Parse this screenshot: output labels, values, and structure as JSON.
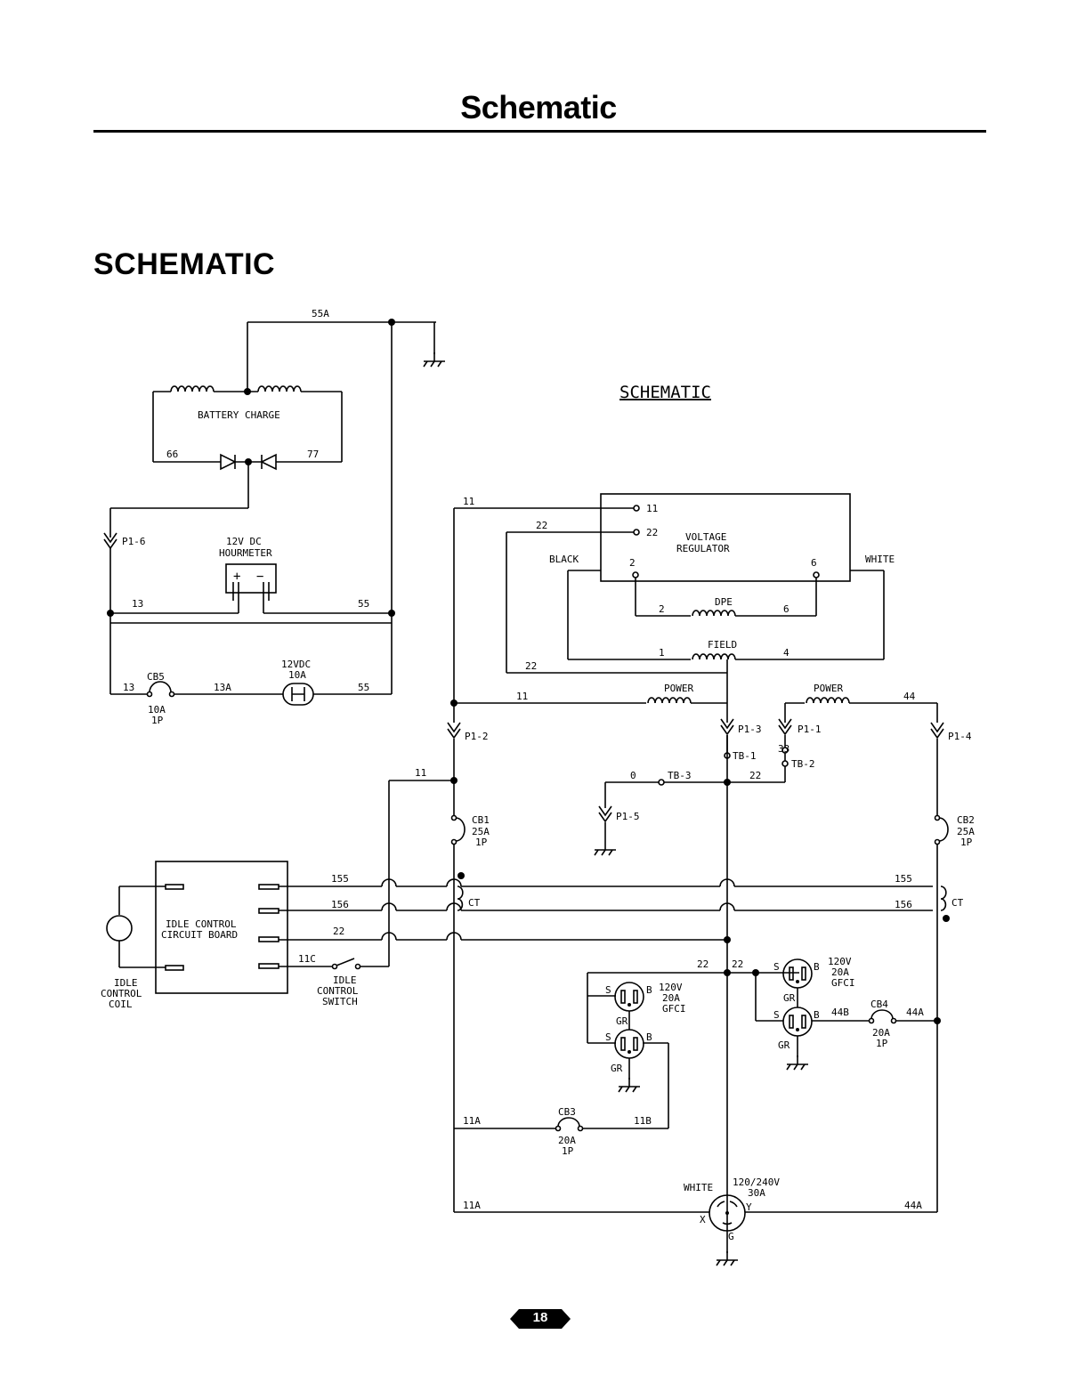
{
  "header": {
    "title": "Schematic"
  },
  "section": {
    "title": "SCHEMATIC"
  },
  "diagram": {
    "heading": "SCHEMATIC",
    "battery_charge": "BATTERY CHARGE",
    "hourmeter": [
      "12V DC",
      "HOURMETER"
    ],
    "fuse": [
      "12VDC",
      "10A"
    ],
    "cb5": [
      "CB5",
      "10A",
      "1P"
    ],
    "voltage_regulator": [
      "VOLTAGE",
      "REGULATOR"
    ],
    "dpe": "DPE",
    "field": "FIELD",
    "power1": "POWER",
    "power2": "POWER",
    "black": "BLACK",
    "white": "WHITE",
    "cb1": [
      "CB1",
      "25A",
      "1P"
    ],
    "cb2": [
      "CB2",
      "25A",
      "1P"
    ],
    "cb3": [
      "CB3",
      "20A",
      "1P"
    ],
    "cb4": [
      "CB4",
      "20A",
      "1P"
    ],
    "idle_board": [
      "IDLE CONTROL",
      "CIRCUIT BOARD"
    ],
    "idle_coil": [
      "IDLE",
      "CONTROL",
      "COIL"
    ],
    "idle_switch": [
      "IDLE",
      "CONTROL",
      "SWITCH"
    ],
    "gfci_left": [
      "120V",
      "20A",
      "GFCI"
    ],
    "gfci_right": [
      "120V",
      "20A",
      "GFCI"
    ],
    "main_outlet": [
      "120/240V",
      "30A"
    ],
    "white2": "WHITE",
    "ct_left": "CT",
    "ct_right": "CT",
    "wires": {
      "w55a": "55A",
      "w66": "66",
      "w77": "77",
      "w13a": "13",
      "w55b": "55",
      "w13b": "13",
      "w13c": "13A",
      "w55c": "55",
      "w11top": "11",
      "w22top": "22",
      "w22mid": "22",
      "w11mid": "11",
      "w44": "44",
      "w11left": "11",
      "w0": "0",
      "w22tb": "22",
      "w155l": "155",
      "w156l": "156",
      "w22idle": "22",
      "w11c": "11C",
      "w155r": "155",
      "w156r": "156",
      "w22a": "22",
      "w22b": "22",
      "w44b": "44B",
      "w44a": "44A",
      "w11a1": "11A",
      "w11b": "11B",
      "w11a2": "11A",
      "w44a2": "44A",
      "vr11": "11",
      "vr22": "22",
      "vr2": "2",
      "vr6": "6",
      "dpe2": "2",
      "dpe6": "6",
      "f1": "1",
      "f4": "4",
      "w33": "33"
    },
    "connectors": {
      "p16": "P1-6",
      "p12": "P1-2",
      "p13": "P1-3",
      "p11": "P1-1",
      "p14": "P1-4",
      "p15": "P1-5",
      "tb1": "TB-1",
      "tb2": "TB-2",
      "tb3": "TB-3"
    },
    "outlet_pins": {
      "s": "S",
      "b": "B",
      "gr": "GR",
      "x": "X",
      "y": "Y",
      "g": "G"
    }
  },
  "footer": {
    "page_number": "18"
  }
}
